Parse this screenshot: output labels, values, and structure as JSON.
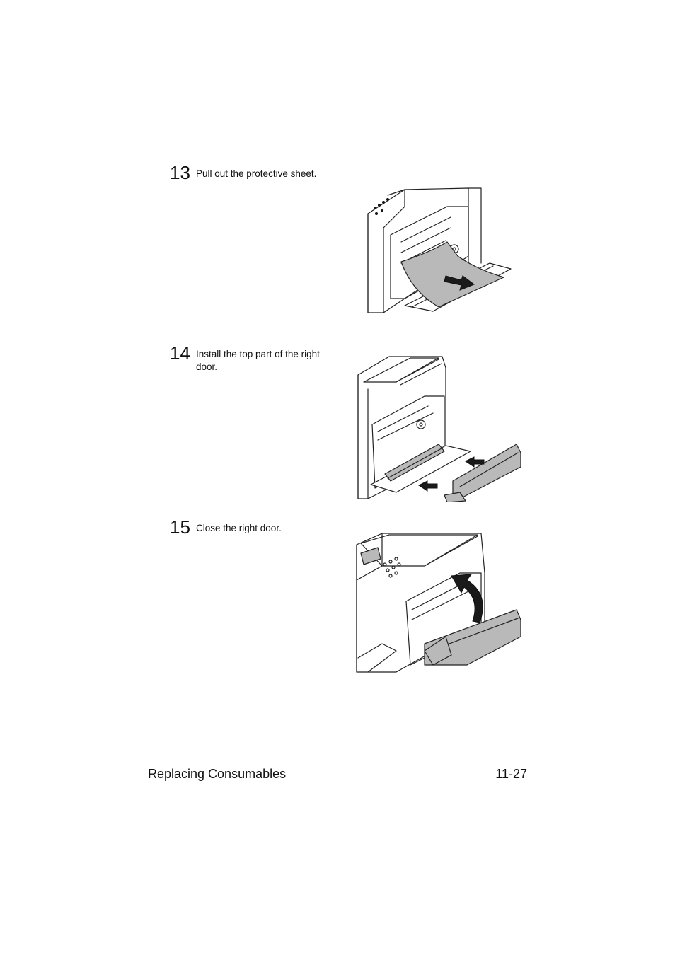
{
  "steps": [
    {
      "number": "13",
      "text": "Pull out the protective sheet."
    },
    {
      "number": "14",
      "text": "Install the top part of the right door."
    },
    {
      "number": "15",
      "text": "Close the right door."
    }
  ],
  "footer": {
    "section": "Replacing Consumables",
    "page": "11-27"
  }
}
